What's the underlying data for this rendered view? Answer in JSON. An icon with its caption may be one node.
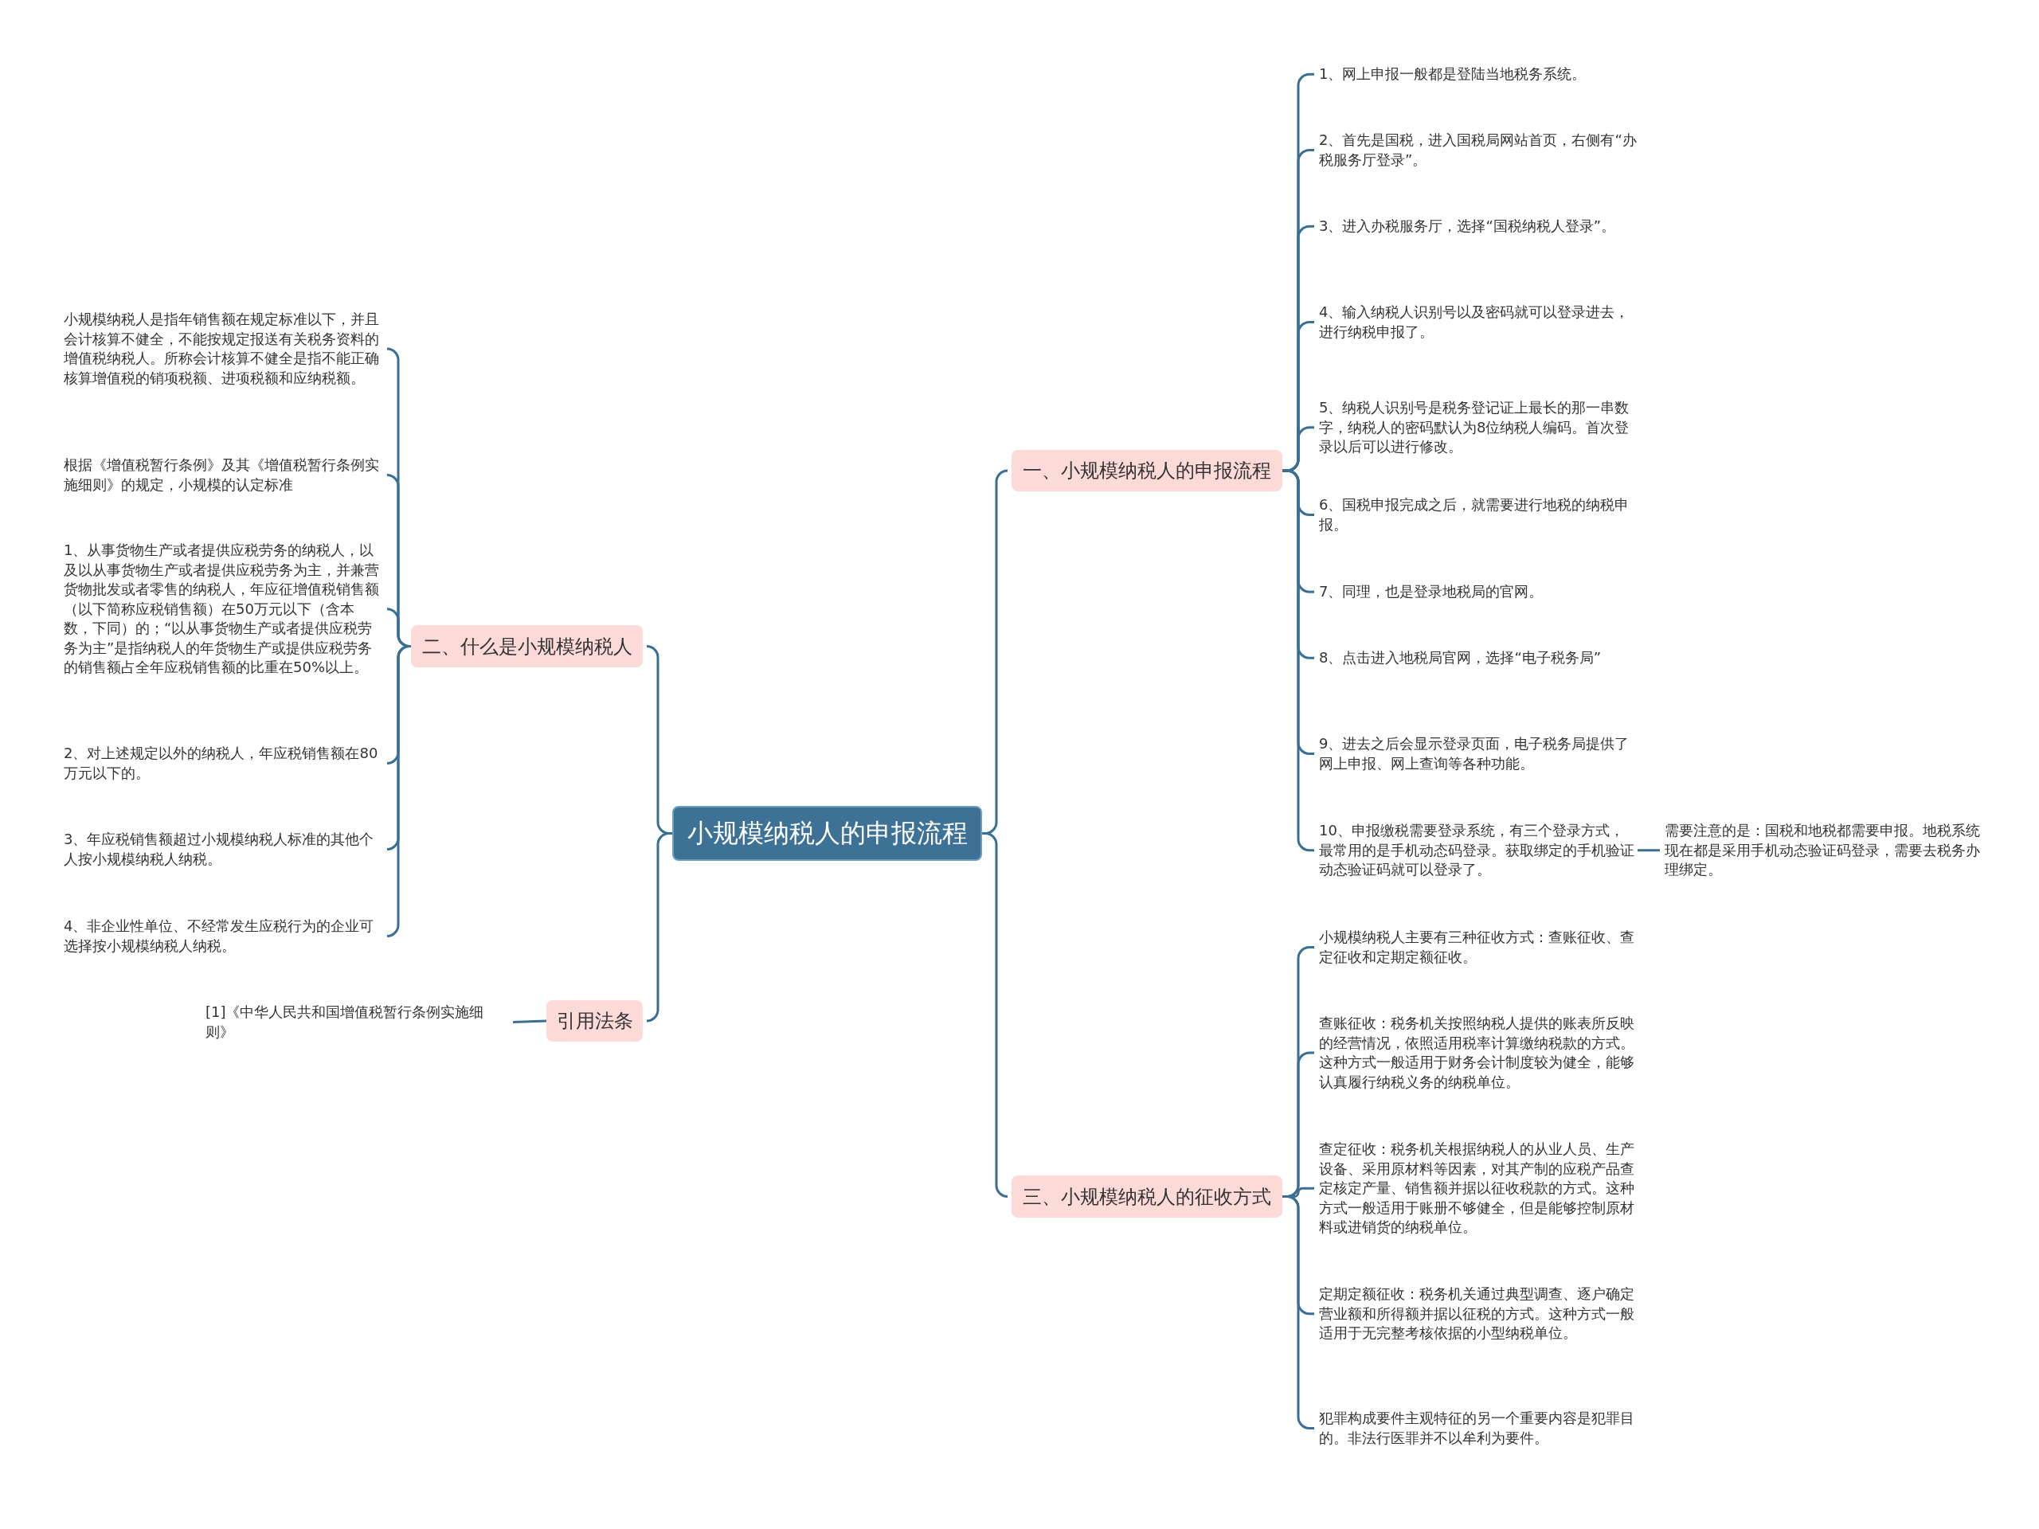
{
  "diagram": {
    "nodes": [
      {
        "text": [
          "小规模纳税人的申报流程"
        ]
      },
      {
        "text": [
          "一、小规模纳税人的申报流程"
        ]
      },
      {
        "text": [
          "1、网上申报一般都是登陆当地税务系统。"
        ]
      },
      {
        "text": [
          "2、首先是国税，进入国税局网站首页，右侧有“办税服务厅登录”。"
        ]
      },
      {
        "text": [
          "3、进入办税服务厅，选择“国税纳税人登录”。"
        ]
      },
      {
        "text": [
          "4、输入纳税人识别号以及密码就可以登录进去，进行纳税申报了。"
        ]
      },
      {
        "text": [
          "5、纳税人识别号是税务登记证上最长的那一串数字，纳税人的密码默认为8位纳税人编码。首次登录以后可以进行修改。"
        ]
      },
      {
        "text": [
          "6、国税申报完成之后，就需要进行地税的纳税申报。"
        ]
      },
      {
        "text": [
          "7、同理，也是登录地税局的官网。"
        ]
      },
      {
        "text": [
          "8、点击进入地税局官网，选择“电子税务局”"
        ]
      },
      {
        "text": [
          "9、进去之后会显示登录页面，电子税务局提供了网上申报、网上查询等各种功能。"
        ]
      },
      {
        "text": [
          "10、申报缴税需要登录系统，有三个登录方式，最常用的是手机动态码登录。获取绑定的手机验证动态验证码就可以登录了。"
        ]
      },
      {
        "text": [
          "需要注意的是：国税和地税都需要申报。地税系统现在都是采用手机动态验证码登录，需要去税务办理绑定。"
        ]
      },
      {
        "text": [
          "三、小规模纳税人的征收方式"
        ]
      },
      {
        "text": [
          "小规模纳税人主要有三种征收方式：查账征收、查定征收和定期定额征收。"
        ]
      },
      {
        "text": [
          "查账征收：税务机关按照纳税人提供的账表所反映的经营情况，依照适用税率计算缴纳税款的方式。这种方式一般适用于财务会计制度较为健全，能够认真履行纳税义务的纳税单位。"
        ]
      },
      {
        "text": [
          "查定征收：税务机关根据纳税人的从业人员、生产设备、采用原材料等因素，对其产制的应税产品查定核定产量、销售额并据以征收税款的方式。这种方式一般适用于账册不够健全，但是能够控制原材料或进销货的纳税单位。"
        ]
      },
      {
        "text": [
          "定期定额征收：税务机关通过典型调查、逐户确定营业额和所得额并据以征税的方式。这种方式一般适用于无完整考核依据的小型纳税单位。"
        ]
      },
      {
        "text": [
          "犯罪构成要件主观特征的另一个重要内容是犯罪目的。非法行医罪并不以牟利为要件。"
        ]
      },
      {
        "text": [
          "二、什么是小规模纳税人"
        ]
      },
      {
        "text": [
          "小规模纳税人是指年销售额在规定标准以下，并且会计核算不健全，不能按规定报送有关税务资料的增值税纳税人。所称会计核算不健全是指不能正确核算增值税的销项税额、进项税额和应纳税额。"
        ]
      },
      {
        "text": [
          "根据《增值税暂行条例》及其《增值税暂行条例实施细则》的规定，小规模的认定标准"
        ]
      },
      {
        "text": [
          "1、从事货物生产或者提供应税劳务的纳税人，以及以从事货物生产或者提供应税劳务为主，并兼营货物批发或者零售的纳税人，年应征增值税销售额（以下简称应税销售额）在50万元以下（含本数，下同）的；“以从事货物生产或者提供应税劳务为主”是指纳税人的年货物生产或提供应税劳务的销售额占全年应税销售额的比重在50%以上。"
        ]
      },
      {
        "text": [
          "2、对上述规定以外的纳税人，年应税销售额在80万元以下的。"
        ]
      },
      {
        "text": [
          "3、年应税销售额超过小规模纳税人标准的其他个人按小规模纳税人纳税。"
        ]
      },
      {
        "text": [
          "4、非企业性单位、不经常发生应税行为的企业可选择按小规模纳税人纳税。"
        ]
      },
      {
        "text": [
          "引用法条"
        ]
      },
      {
        "text": [
          "[1]《中华人民共和国增值税暂行条例实施细则》"
        ]
      }
    ],
    "edges": [
      {
        "from": 0,
        "to": 1,
        "arrow": "none"
      },
      {
        "from": 1,
        "to": 2,
        "arrow": "none"
      },
      {
        "from": 1,
        "to": 3,
        "arrow": "none"
      },
      {
        "from": 1,
        "to": 4,
        "arrow": "none"
      },
      {
        "from": 1,
        "to": 5,
        "arrow": "none"
      },
      {
        "from": 1,
        "to": 6,
        "arrow": "none"
      },
      {
        "from": 1,
        "to": 7,
        "arrow": "none"
      },
      {
        "from": 1,
        "to": 8,
        "arrow": "none"
      },
      {
        "from": 1,
        "to": 9,
        "arrow": "none"
      },
      {
        "from": 1,
        "to": 10,
        "arrow": "none"
      },
      {
        "from": 1,
        "to": 11,
        "arrow": "none"
      },
      {
        "from": 11,
        "to": 12,
        "arrow": "none"
      },
      {
        "from": 0,
        "to": 13,
        "arrow": "none"
      },
      {
        "from": 13,
        "to": 14,
        "arrow": "none"
      },
      {
        "from": 13,
        "to": 15,
        "arrow": "none"
      },
      {
        "from": 13,
        "to": 16,
        "arrow": "none"
      },
      {
        "from": 13,
        "to": 17,
        "arrow": "none"
      },
      {
        "from": 13,
        "to": 18,
        "arrow": "none"
      },
      {
        "from": 0,
        "to": 19,
        "arrow": "none"
      },
      {
        "from": 19,
        "to": 20,
        "arrow": "none"
      },
      {
        "from": 19,
        "to": 21,
        "arrow": "none"
      },
      {
        "from": 19,
        "to": 22,
        "arrow": "none"
      },
      {
        "from": 19,
        "to": 23,
        "arrow": "none"
      },
      {
        "from": 19,
        "to": 24,
        "arrow": "none"
      },
      {
        "from": 19,
        "to": 25,
        "arrow": "none"
      },
      {
        "from": 0,
        "to": 26,
        "arrow": "none"
      },
      {
        "from": 26,
        "to": 27,
        "arrow": "none"
      }
    ]
  }
}
